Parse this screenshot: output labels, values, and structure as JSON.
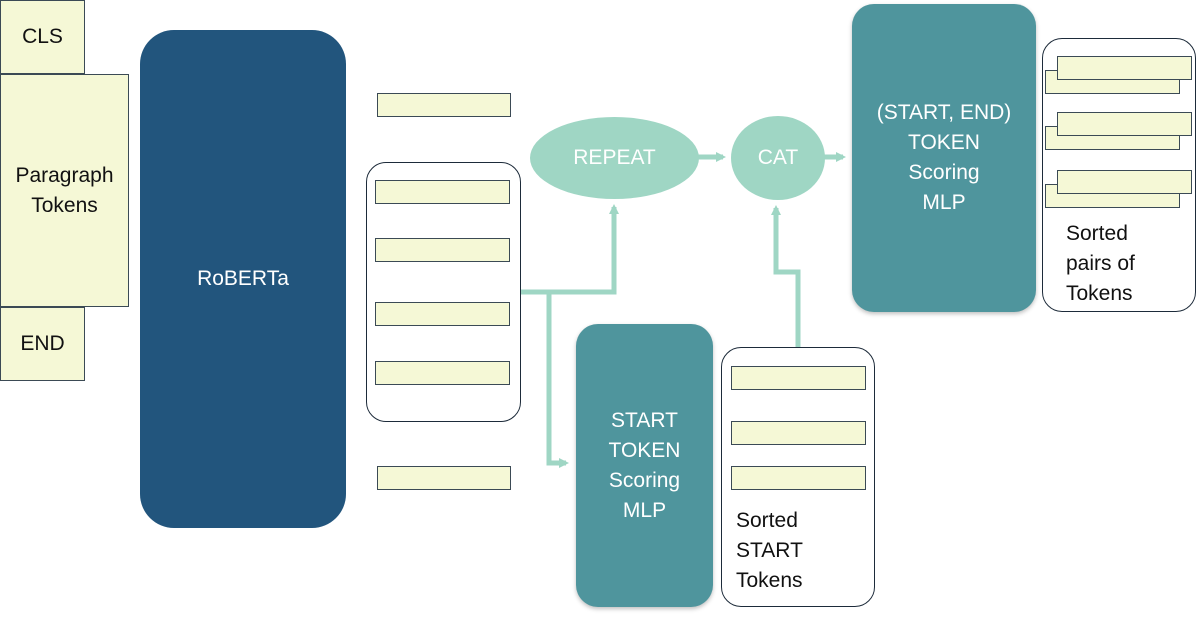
{
  "inputs": {
    "cls": "CLS",
    "paragraph": "Paragraph\nTokens",
    "end": "END"
  },
  "encoder": {
    "label": "RoBERTa"
  },
  "start_mlp": {
    "label": "START\nTOKEN\nScoring\nMLP"
  },
  "pair_mlp": {
    "label": "(START, END)\nTOKEN\nScoring\nMLP"
  },
  "ops": {
    "repeat": "REPEAT",
    "cat": "CAT"
  },
  "outputs": {
    "sorted_start": "Sorted\nSTART\nTokens",
    "sorted_pairs": "Sorted\npairs of\nTokens"
  },
  "colors": {
    "encoder": "#22557d",
    "mlp": "#4f959d",
    "ops": "#9fd6c4",
    "arrows": "#9fd6c4",
    "token_fill": "#f5f8d6"
  }
}
